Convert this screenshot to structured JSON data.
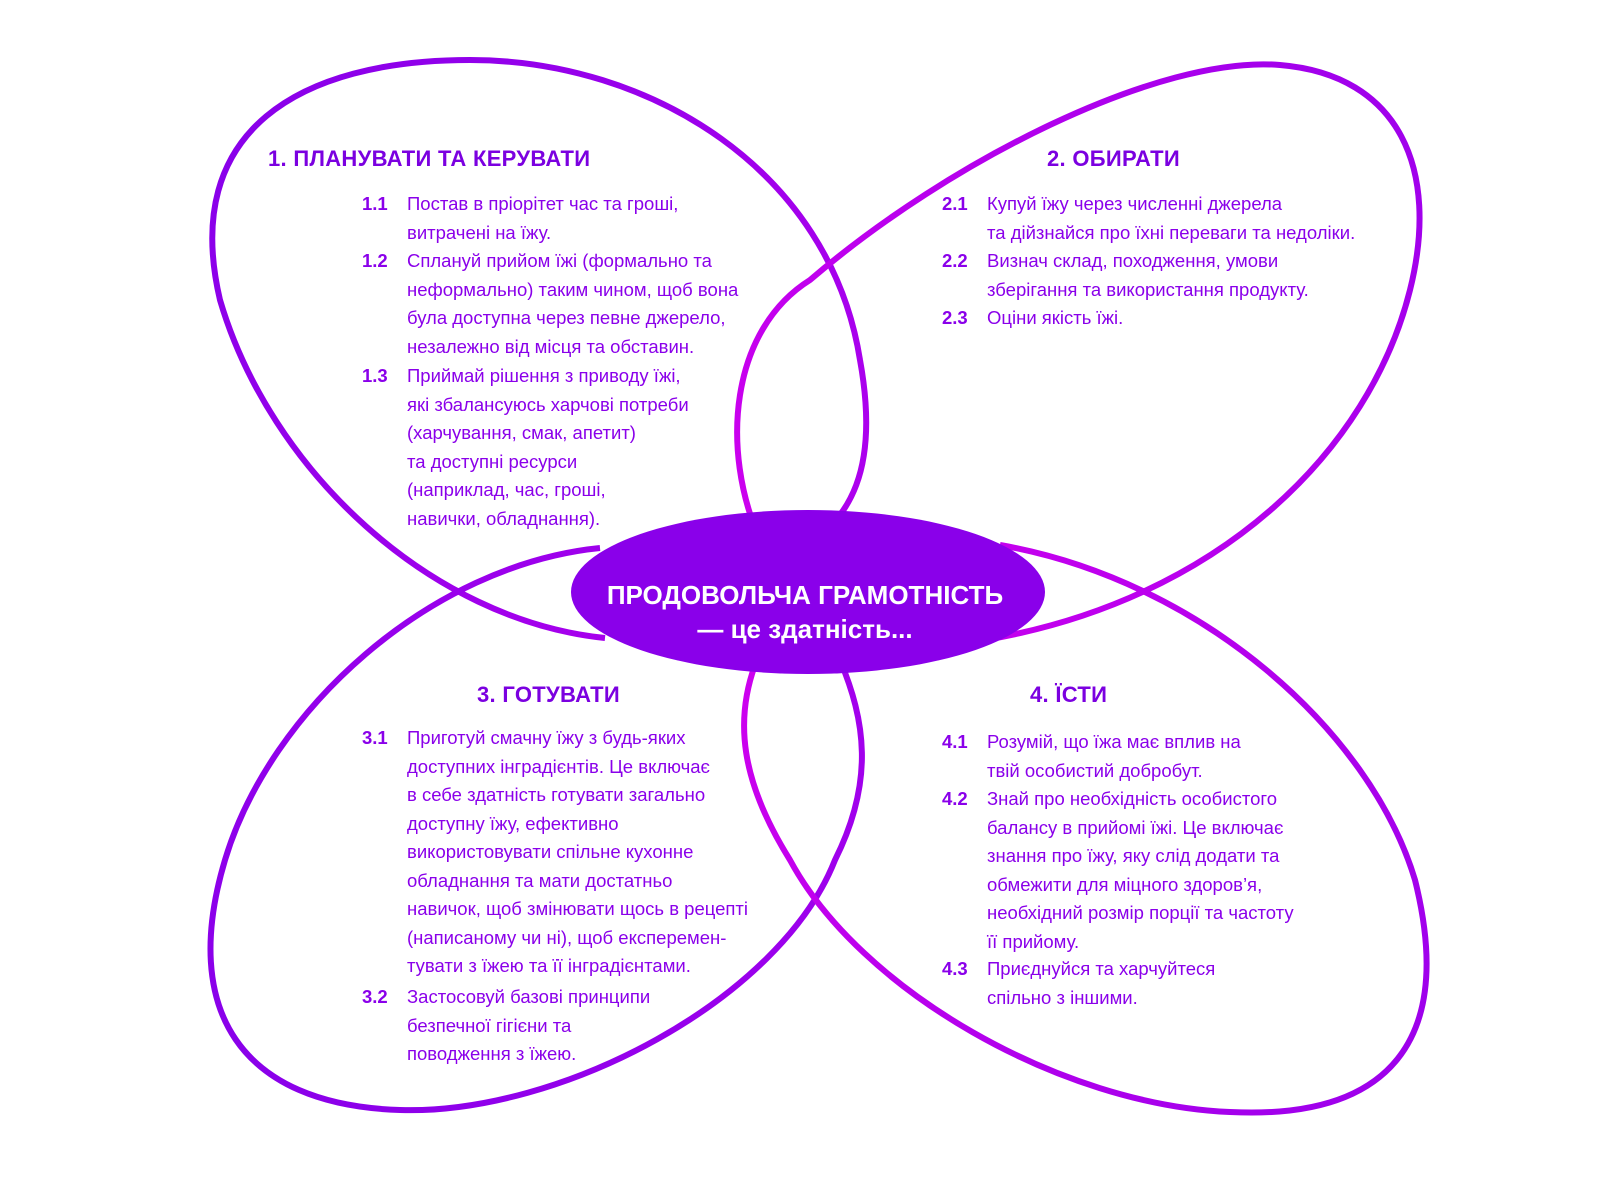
{
  "colors": {
    "petal_top_left": "#8a00ea",
    "petal_top_right": "#cc00ee",
    "petal_bottom_left": "#8a00ea",
    "petal_bottom_right": "#cc00ee",
    "center_fill": "#8a00ea",
    "center_text": "#ffffff",
    "heading": "#7b00e0",
    "item_text": "#8a00ea"
  },
  "center": {
    "line1": "ПРОДОВОЛЬЧА ГРАМОТНІСТЬ",
    "line2": "— це здатність..."
  },
  "sections": [
    {
      "title": "1. ПЛАНУВАТИ ТА КЕРУВАТИ",
      "items": [
        {
          "num": "1.1",
          "text": "Постав в пріорітет час та гроші,\nвитрачені на їжу."
        },
        {
          "num": "1.2",
          "text": "Сплануй прийом їжі (формально та\nнеформально) таким чином, щоб вона\nбула доступна через певне джерело,\nнезалежно від місця та обставин."
        },
        {
          "num": "1.3",
          "text": "Приймай рішення з приводу їжі,\nякі збалансуюсь харчові потреби\n(харчування, смак, апетит)\nта доступні ресурси\n(наприклад, час, гроші,\nнавички, обладнання)."
        }
      ]
    },
    {
      "title": "2. ОБИРАТИ",
      "items": [
        {
          "num": "2.1",
          "text": "Купуй  їжу через численні джерела\nта дійзнайся про їхні переваги та недоліки."
        },
        {
          "num": "2.2",
          "text": "Визнач склад, походження, умови\nзберігання та використання продукту."
        },
        {
          "num": "2.3",
          "text": "Оціни якість їжі."
        }
      ]
    },
    {
      "title": "3. ГОТУВАТИ",
      "items": [
        {
          "num": "3.1",
          "text": "Приготуй смачну їжу з будь-яких\nдоступних інградієнтів. Це включає\nв себе здатність готувати загально\nдоступну їжу, ефективно\nвикористовувати спільне кухонне\nобладнання та мати достатньо\nнавичок, щоб змінювати щось в рецепті\n(написаному чи ні), щоб експеремен-\nтувати з їжею та її інградієнтами."
        },
        {
          "num": "3.2",
          "text": "Застосовуй базові принципи\nбезпечної гігієни та\nповодження з їжею."
        }
      ]
    },
    {
      "title": "4. ЇСТИ",
      "items": [
        {
          "num": "4.1",
          "text": "Розумій, що їжа має вплив на\nтвій особистий добробут."
        },
        {
          "num": "4.2",
          "text": "Знай про необхідність особистого\nбалансу в прийомі їжі. Це включає\nзнання про їжу, яку слід додати та\nобмежити для міцного здоров’я,\nнеобхідний розмір порції та частоту\nїї прийому."
        },
        {
          "num": "4.3",
          "text": "Приєднуйся та харчуйтеся\nспільно з іншими."
        }
      ]
    }
  ]
}
